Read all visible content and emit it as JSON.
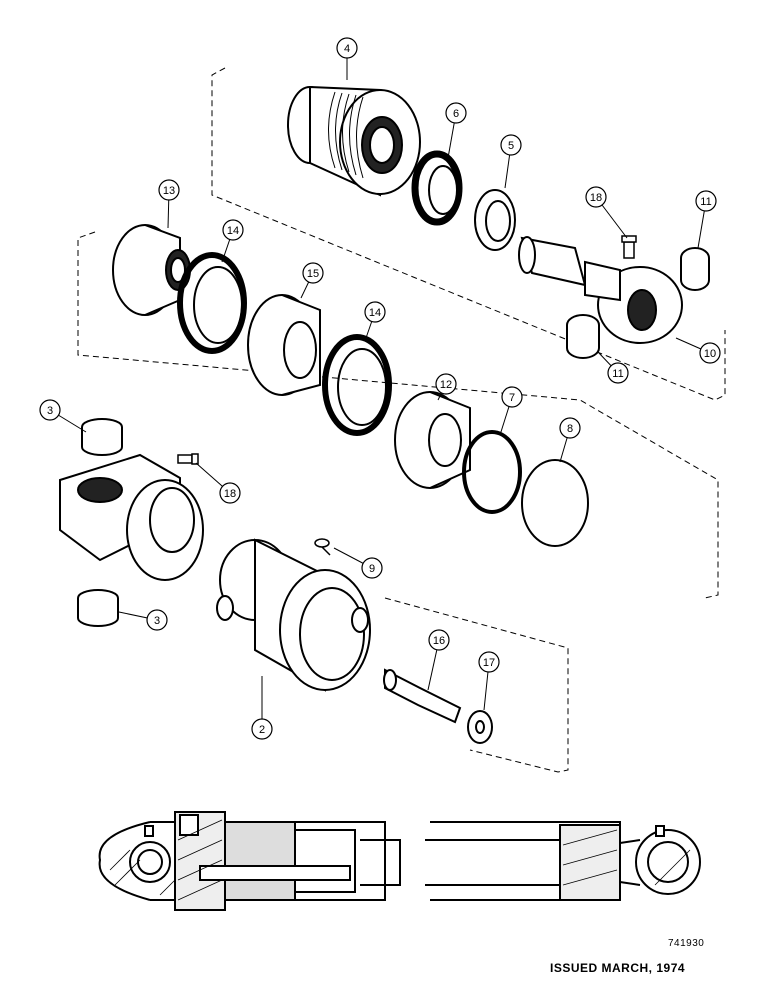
{
  "callouts": [
    "4",
    "6",
    "5",
    "13",
    "14",
    "15",
    "14",
    "12",
    "7",
    "8",
    "18",
    "11",
    "11",
    "10",
    "3",
    "18",
    "9",
    "3",
    "2",
    "16",
    "17"
  ],
  "part_id": "741930",
  "issued": "ISSUED MARCH, 1974"
}
